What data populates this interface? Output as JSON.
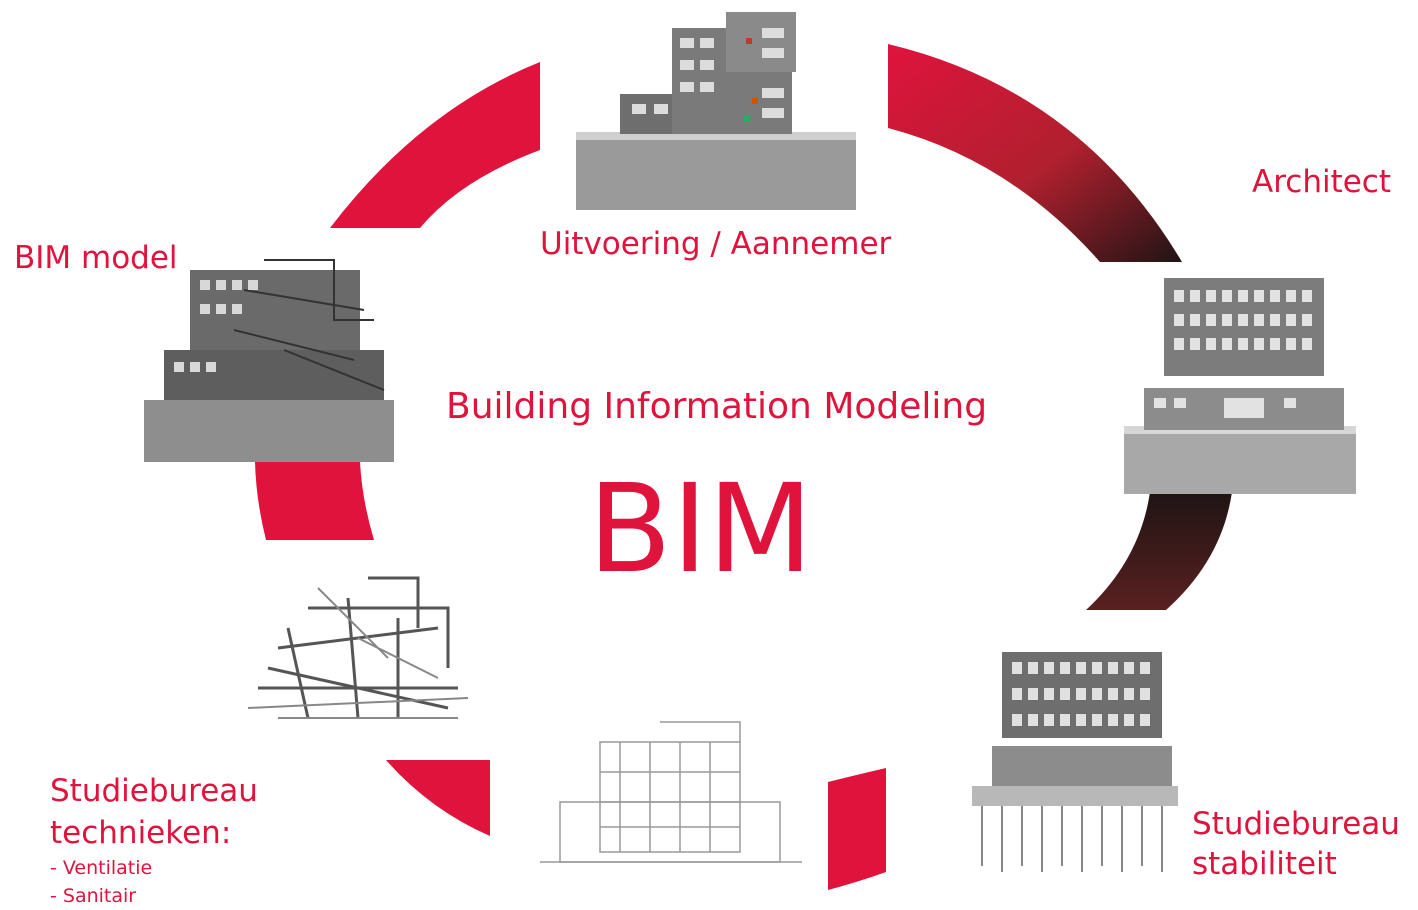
{
  "colors": {
    "accent": "#e0133d",
    "dark": "#2a1a1a"
  },
  "center": {
    "subtitle": "Building Information Modeling",
    "title": "BIM"
  },
  "stakeholders": {
    "contractor": "Uitvoering / Aannemer",
    "architect": "Architect",
    "bim_model": "BIM model",
    "stability_line1": "Studiebureau",
    "stability_line2": "stabiliteit",
    "tech_line1": "Studiebureau",
    "tech_line2": "technieken:",
    "tech_item1": "- Ventilatie",
    "tech_item2": "- Sanitair"
  }
}
